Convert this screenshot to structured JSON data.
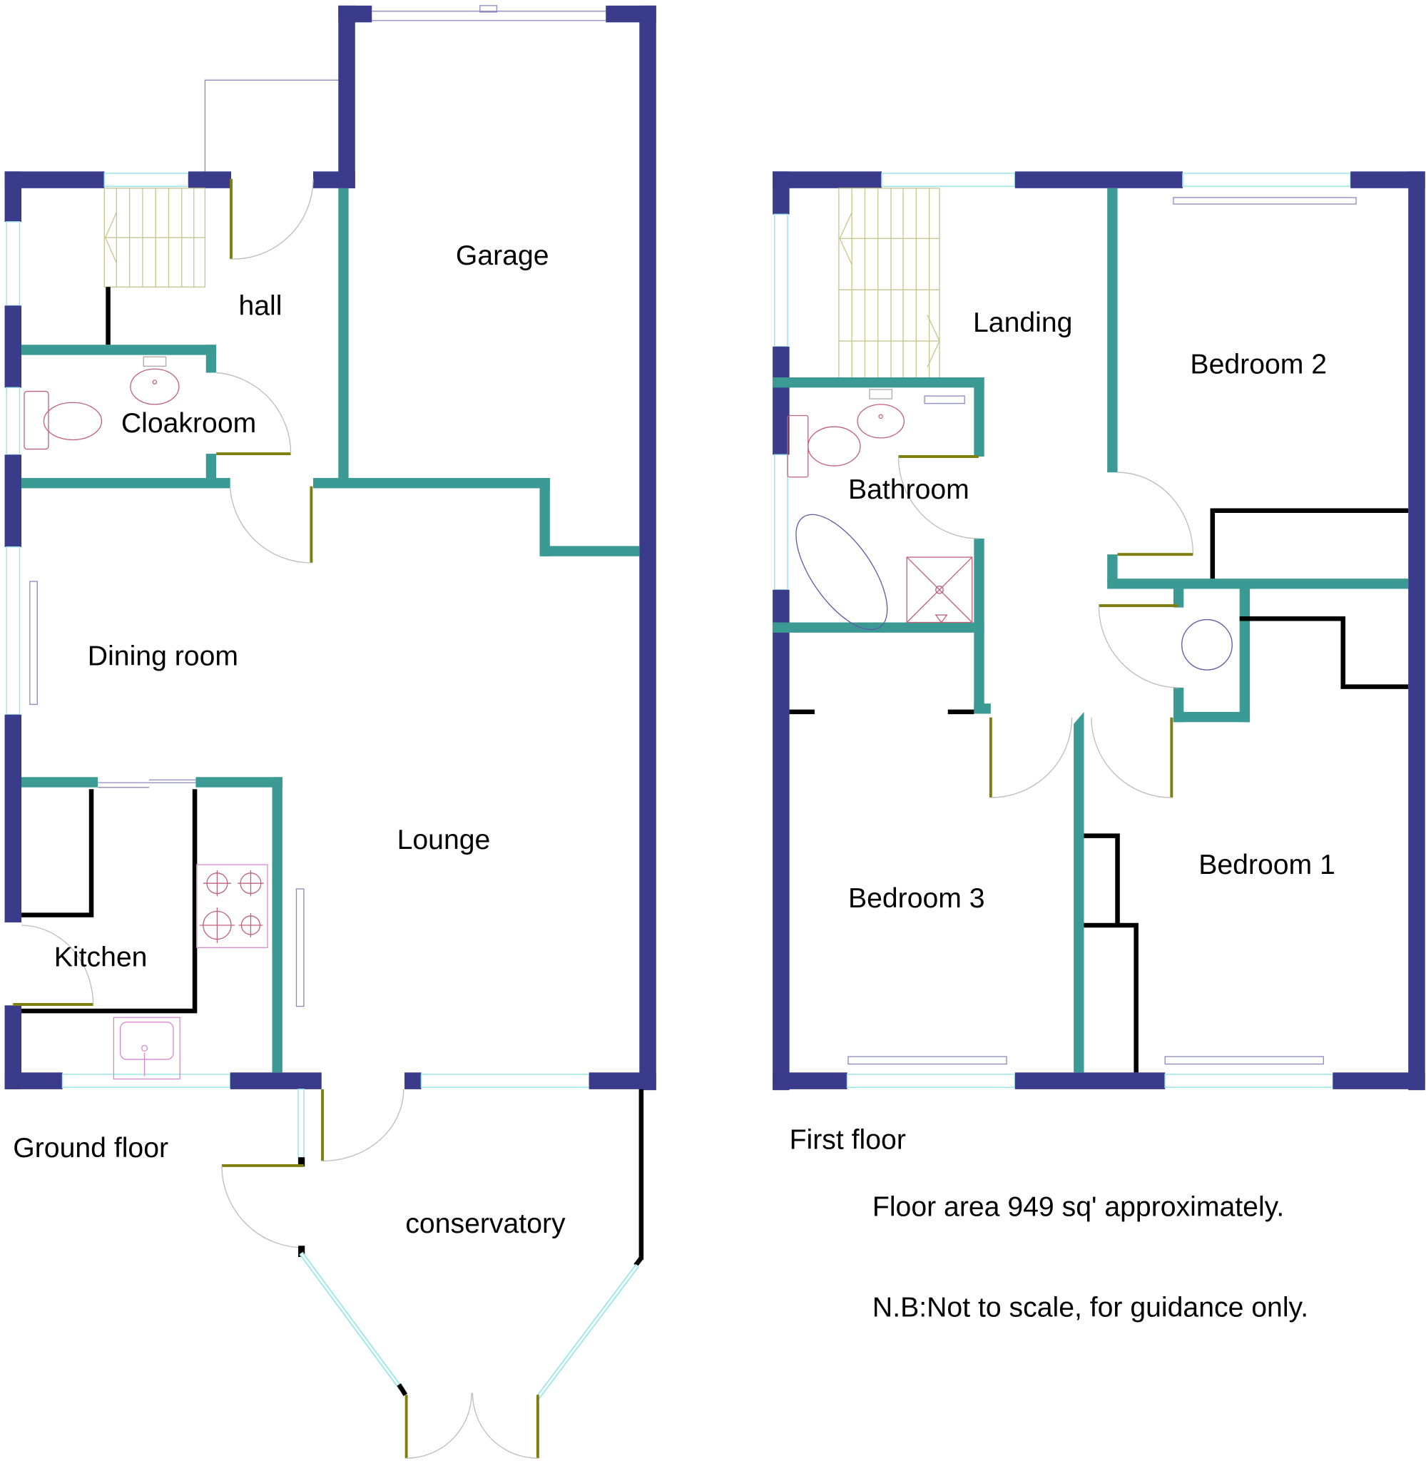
{
  "ground_floor": {
    "title": "Ground floor",
    "rooms": {
      "garage": "Garage",
      "hall": "hall",
      "cloakroom": "Cloakroom",
      "dining_room": "Dining room",
      "lounge": "Lounge",
      "kitchen": "Kitchen",
      "conservatory": "conservatory"
    }
  },
  "first_floor": {
    "title": "First floor",
    "rooms": {
      "landing": "Landing",
      "bedroom_2": "Bedroom 2",
      "bathroom": "Bathroom",
      "bedroom_3": "Bedroom 3",
      "bedroom_1": "Bedroom 1"
    }
  },
  "notes": {
    "floor_area": "Floor area 949 sq' approximately.",
    "disclaimer": "N.B:Not to scale, for guidance only."
  },
  "legend_colors": {
    "external_wall": "#3b3b8c",
    "internal_wall": "#3c9a94",
    "door": "#7f7f0f",
    "window": "#9ee8ec"
  }
}
